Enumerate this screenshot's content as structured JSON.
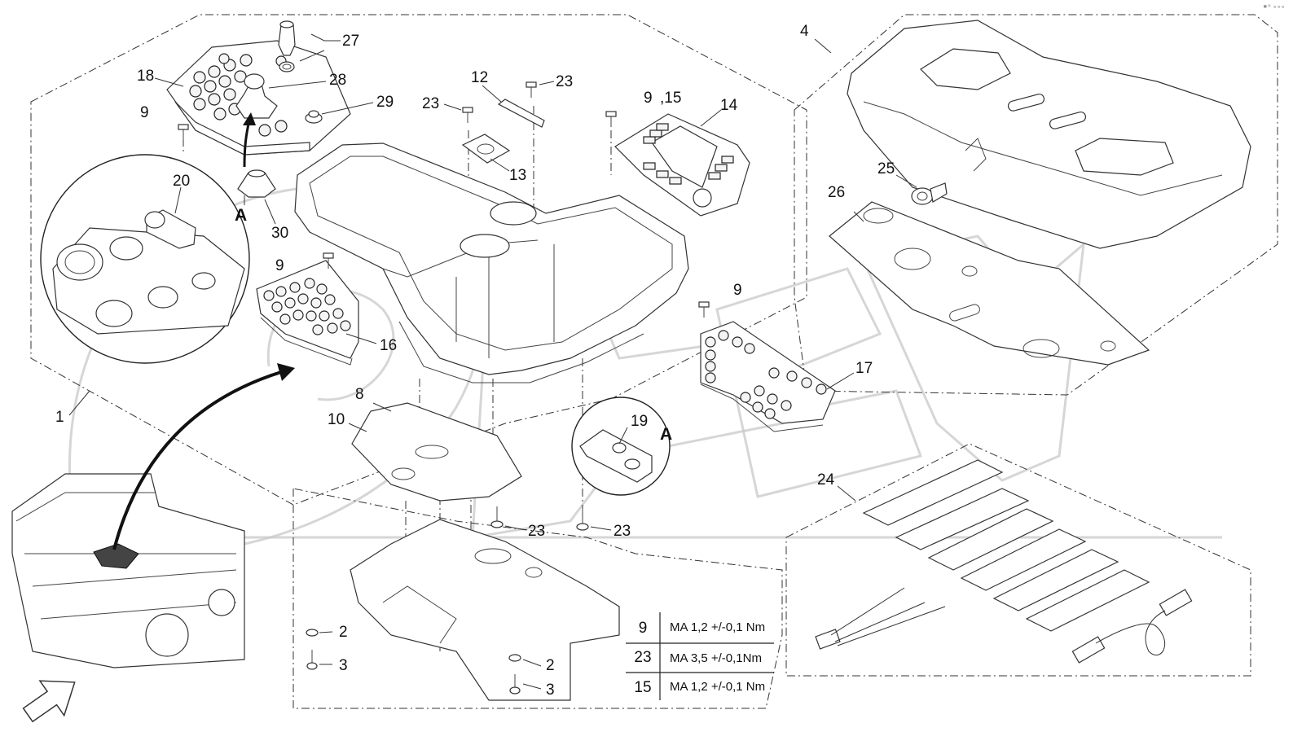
{
  "diagram": {
    "callouts": [
      {
        "id": "c27",
        "text": "27"
      },
      {
        "id": "c18",
        "text": "18"
      },
      {
        "id": "c28",
        "text": "28"
      },
      {
        "id": "c9a",
        "text": "9"
      },
      {
        "id": "c29",
        "text": "29"
      },
      {
        "id": "c20",
        "text": "20"
      },
      {
        "id": "c30",
        "text": "30"
      },
      {
        "id": "c9b",
        "text": "9"
      },
      {
        "id": "c16",
        "text": "16"
      },
      {
        "id": "c1",
        "text": "1"
      },
      {
        "id": "c12",
        "text": "12"
      },
      {
        "id": "c23a",
        "text": "23"
      },
      {
        "id": "c23b",
        "text": "23"
      },
      {
        "id": "c13",
        "text": "13"
      },
      {
        "id": "c9c",
        "text": "9"
      },
      {
        "id": "c15",
        "text": ",15"
      },
      {
        "id": "c14",
        "text": "14"
      },
      {
        "id": "c4",
        "text": "4"
      },
      {
        "id": "c25",
        "text": "25"
      },
      {
        "id": "c26",
        "text": "26"
      },
      {
        "id": "c9d",
        "text": "9"
      },
      {
        "id": "c17",
        "text": "17"
      },
      {
        "id": "c8",
        "text": "8"
      },
      {
        "id": "c10",
        "text": "10"
      },
      {
        "id": "c19",
        "text": "19"
      },
      {
        "id": "c24",
        "text": "24"
      },
      {
        "id": "c23c",
        "text": "23"
      },
      {
        "id": "c23d",
        "text": "23"
      },
      {
        "id": "c2a",
        "text": "2"
      },
      {
        "id": "c3a",
        "text": "3"
      },
      {
        "id": "c2b",
        "text": "2"
      },
      {
        "id": "c3b",
        "text": "3"
      }
    ],
    "detail_marker": "A",
    "torque_table": [
      {
        "part": "9",
        "spec": "MA 1,2 +/-0,1 Nm"
      },
      {
        "part": "23",
        "spec": "MA 3,5 +/-0,1Nm"
      },
      {
        "part": "15",
        "spec": "MA 1,2 +/-0,1 Nm"
      }
    ],
    "corner_mark": "⁕⁰ ∘∘∘"
  }
}
